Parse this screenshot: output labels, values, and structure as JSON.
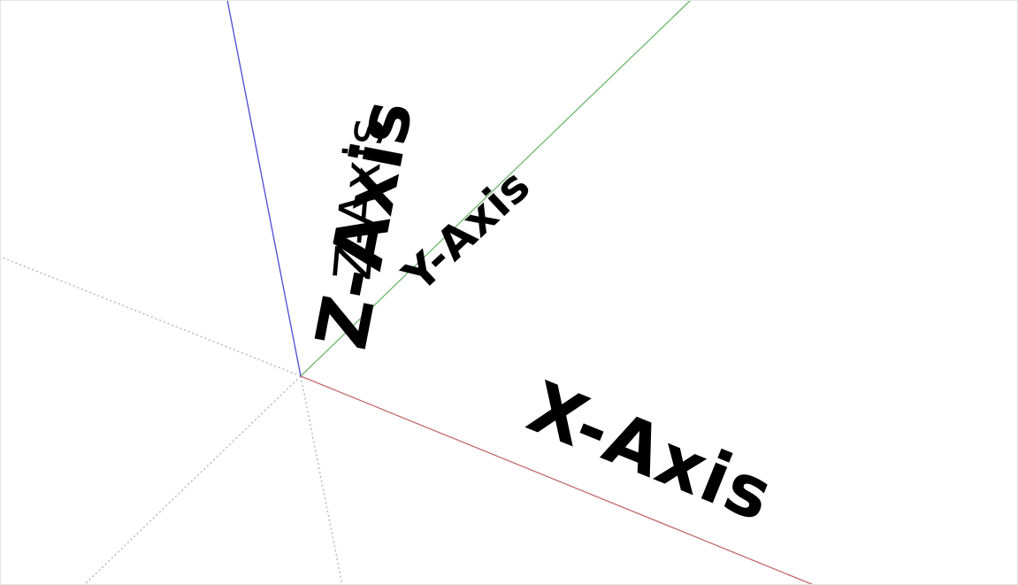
{
  "axes": {
    "x": {
      "label": "X-Axis",
      "color": "#d61f1f",
      "line_color": "#c46a6a"
    },
    "y": {
      "label": "Y-Axis",
      "color": "#58a532",
      "line_color": "#6ab86a"
    },
    "z": {
      "label": "Z-Axis",
      "color": "#1a16d0",
      "line_color": "#4a4ad2"
    },
    "z_ghost": {
      "label": "Z-Axis",
      "color": "#8a8a8a"
    }
  },
  "negative_axis_color": "#b4b4b4"
}
